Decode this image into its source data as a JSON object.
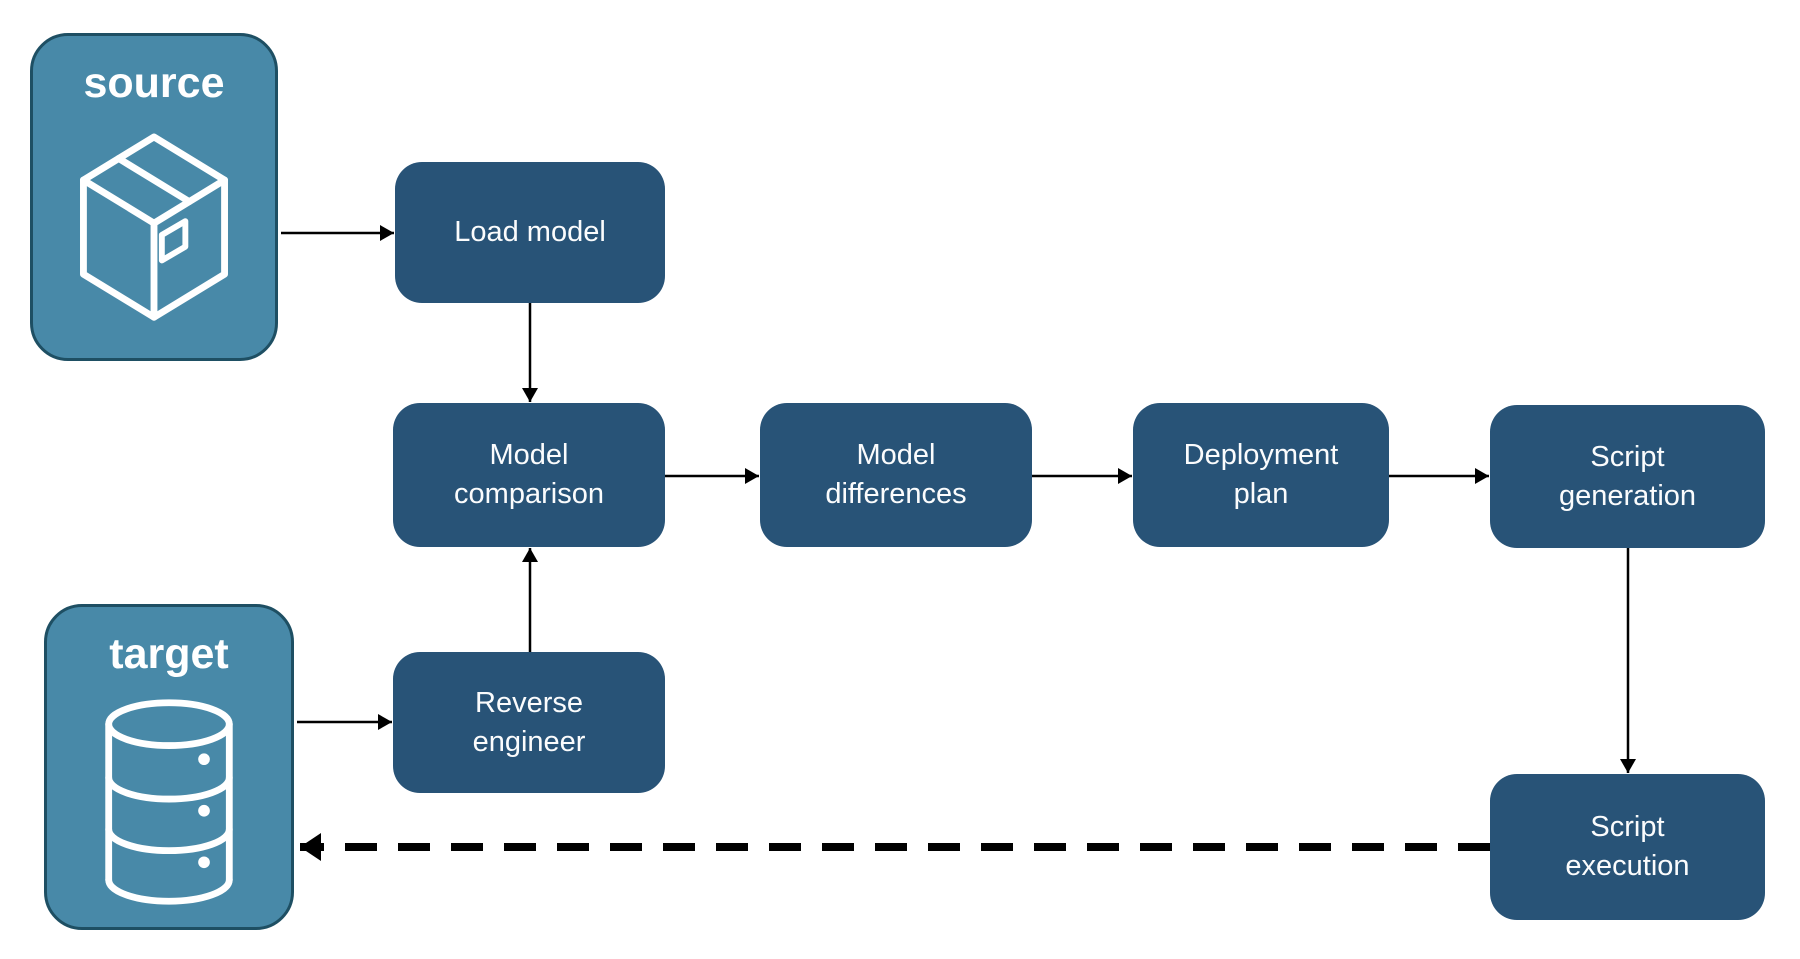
{
  "diagram": {
    "colors": {
      "background": "#ffffff",
      "node_fill": "#285377",
      "endpoint_fill": "#4889a8",
      "endpoint_border": "#1e4f63",
      "text": "#ffffff",
      "arrow": "#000000"
    },
    "endpoints": {
      "source": {
        "label": "source",
        "icon": "package-icon"
      },
      "target": {
        "label": "target",
        "icon": "database-icon"
      }
    },
    "nodes": {
      "load_model": {
        "label": "Load model"
      },
      "model_comparison": {
        "label": "Model comparison"
      },
      "model_differences": {
        "label": "Model differences"
      },
      "deployment_plan": {
        "label": "Deployment plan"
      },
      "script_generation": {
        "label": "Script generation"
      },
      "reverse_engineer": {
        "label": "Reverse engineer"
      },
      "script_execution": {
        "label": "Script execution"
      }
    },
    "edges": [
      {
        "from": "source",
        "to": "load_model",
        "style": "solid"
      },
      {
        "from": "load_model",
        "to": "model_comparison",
        "style": "solid"
      },
      {
        "from": "target",
        "to": "reverse_engineer",
        "style": "solid"
      },
      {
        "from": "reverse_engineer",
        "to": "model_comparison",
        "style": "solid"
      },
      {
        "from": "model_comparison",
        "to": "model_differences",
        "style": "solid"
      },
      {
        "from": "model_differences",
        "to": "deployment_plan",
        "style": "solid"
      },
      {
        "from": "deployment_plan",
        "to": "script_generation",
        "style": "solid"
      },
      {
        "from": "script_generation",
        "to": "script_execution",
        "style": "solid"
      },
      {
        "from": "script_execution",
        "to": "target",
        "style": "dashed"
      }
    ]
  }
}
